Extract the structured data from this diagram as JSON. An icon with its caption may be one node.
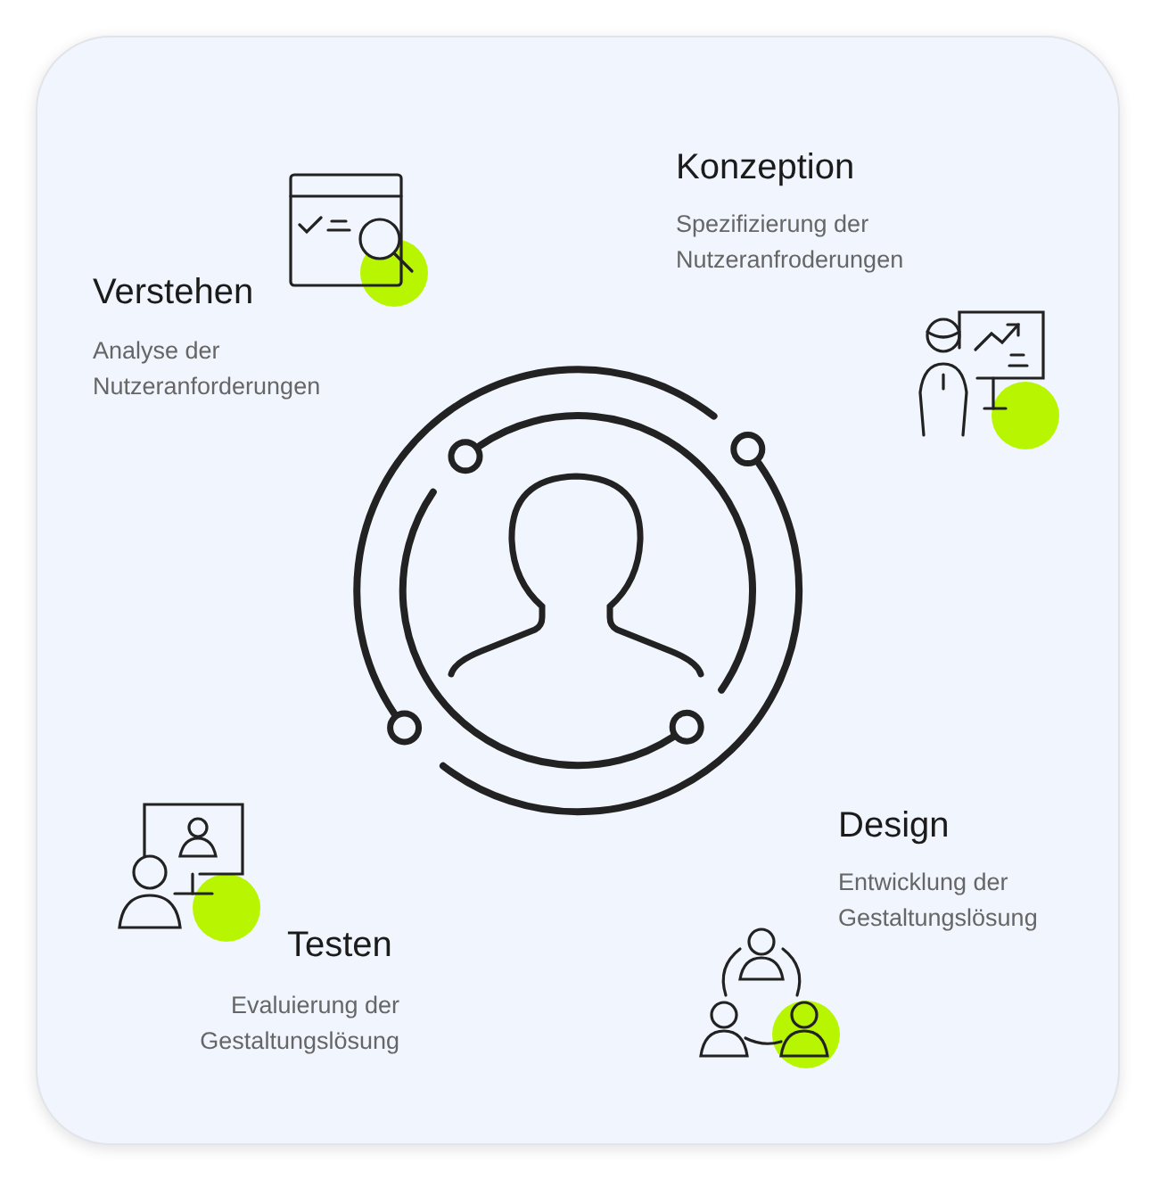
{
  "diagram": {
    "labels": [
      "Konzeption",
      "Spezifizierung der Nutzeranfroderungen",
      "Verstehen",
      "Analyse der Nutzeranforderungen",
      "Design",
      "Entwicklung der Gestaltungslösung",
      "Testen",
      "Evaluierung der Gestaltungslösung"
    ]
  }
}
